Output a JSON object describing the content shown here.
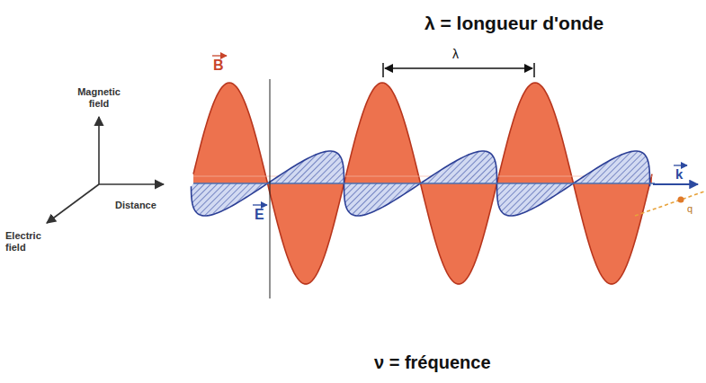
{
  "diagram": {
    "labels": [
      "λ = longueur d'onde",
      "Magnetic field",
      "Electric field",
      "Distance",
      "B",
      "λ",
      "E",
      "k",
      "q",
      "ν = fréquence"
    ]
  }
}
